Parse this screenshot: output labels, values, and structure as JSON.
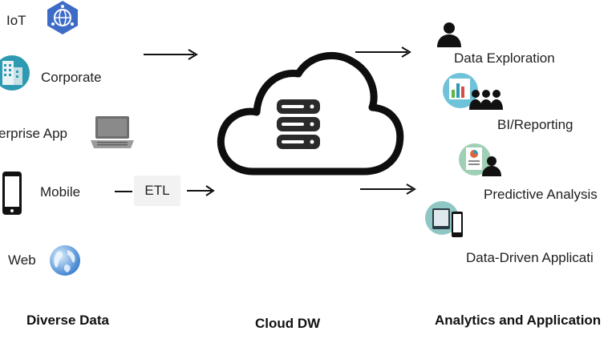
{
  "sources": {
    "iot": "IoT",
    "corporate": "Corporate",
    "enterprise_app": "erprise App",
    "mobile": "Mobile",
    "web": "Web"
  },
  "etl_label": "ETL",
  "outputs": {
    "data_exploration": "Data Exploration",
    "bi_reporting": "BI/Reporting",
    "predictive_analysis": "Predictive Analysis",
    "data_driven_apps": "Data-Driven Applicati"
  },
  "columns": {
    "left": "Diverse Data",
    "center": "Cloud DW",
    "right": "Analytics and Application"
  },
  "colors": {
    "iot_badge": "#3d6cc7",
    "corporate_badge": "#2e9ab1",
    "bi_badge": "#6ec3d8",
    "apps_badge": "#8fc7c4",
    "arrow": "#111111"
  }
}
